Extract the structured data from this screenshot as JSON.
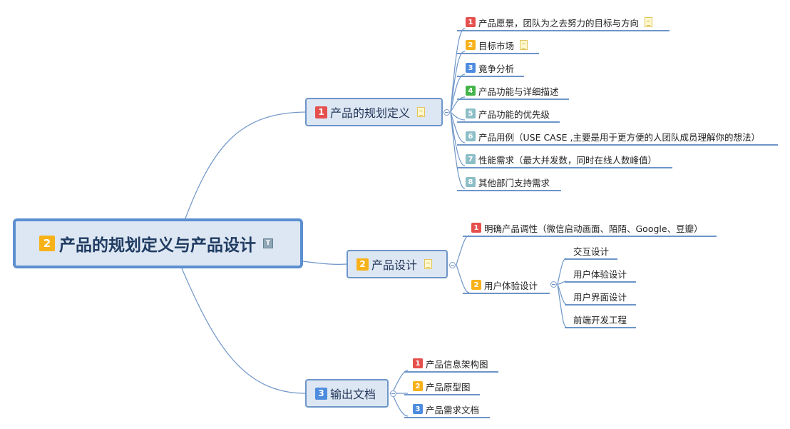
{
  "root": {
    "badge": "2",
    "label": "产品的规划定义与产品设计"
  },
  "branches": [
    {
      "badge": "1",
      "label": "产品的规划定义",
      "children": [
        {
          "badge": "1",
          "label": "产品愿景，团队为之去努力的目标与方向"
        },
        {
          "badge": "2",
          "label": "目标市场"
        },
        {
          "badge": "3",
          "label": "竟争分析"
        },
        {
          "badge": "4",
          "label": "产品功能与详细描述"
        },
        {
          "badge": "5",
          "label": "产品功能的优先级"
        },
        {
          "badge": "6",
          "label": "产品用例（USE CASE ,主要是用于更方便的人团队成员理解你的想法）"
        },
        {
          "badge": "7",
          "label": "性能需求（最大并发数，同时在线人数峰值）"
        },
        {
          "badge": "8",
          "label": "其他部门支持需求"
        }
      ]
    },
    {
      "badge": "2",
      "label": "产品设计",
      "children": [
        {
          "badge": "1",
          "label": "明确产品调性（微信启动画面、陌陌、Google、豆瓣）"
        },
        {
          "badge": "2",
          "label": "用户体验设计",
          "children": [
            {
              "label": "交互设计"
            },
            {
              "label": "用户体验设计"
            },
            {
              "label": "用户界面设计"
            },
            {
              "label": "前端开发工程"
            }
          ]
        }
      ]
    },
    {
      "badge": "3",
      "label": "输出文档",
      "children": [
        {
          "badge": "1",
          "label": "产品信息架构图"
        },
        {
          "badge": "2",
          "label": "产品原型图"
        },
        {
          "badge": "3",
          "label": "产品需求文档"
        }
      ]
    }
  ],
  "root_icon": "text-note-icon",
  "colors": {
    "line": "#6d95c9",
    "root_border": "#5b8fd0",
    "node_fill": "#dde7f3"
  }
}
